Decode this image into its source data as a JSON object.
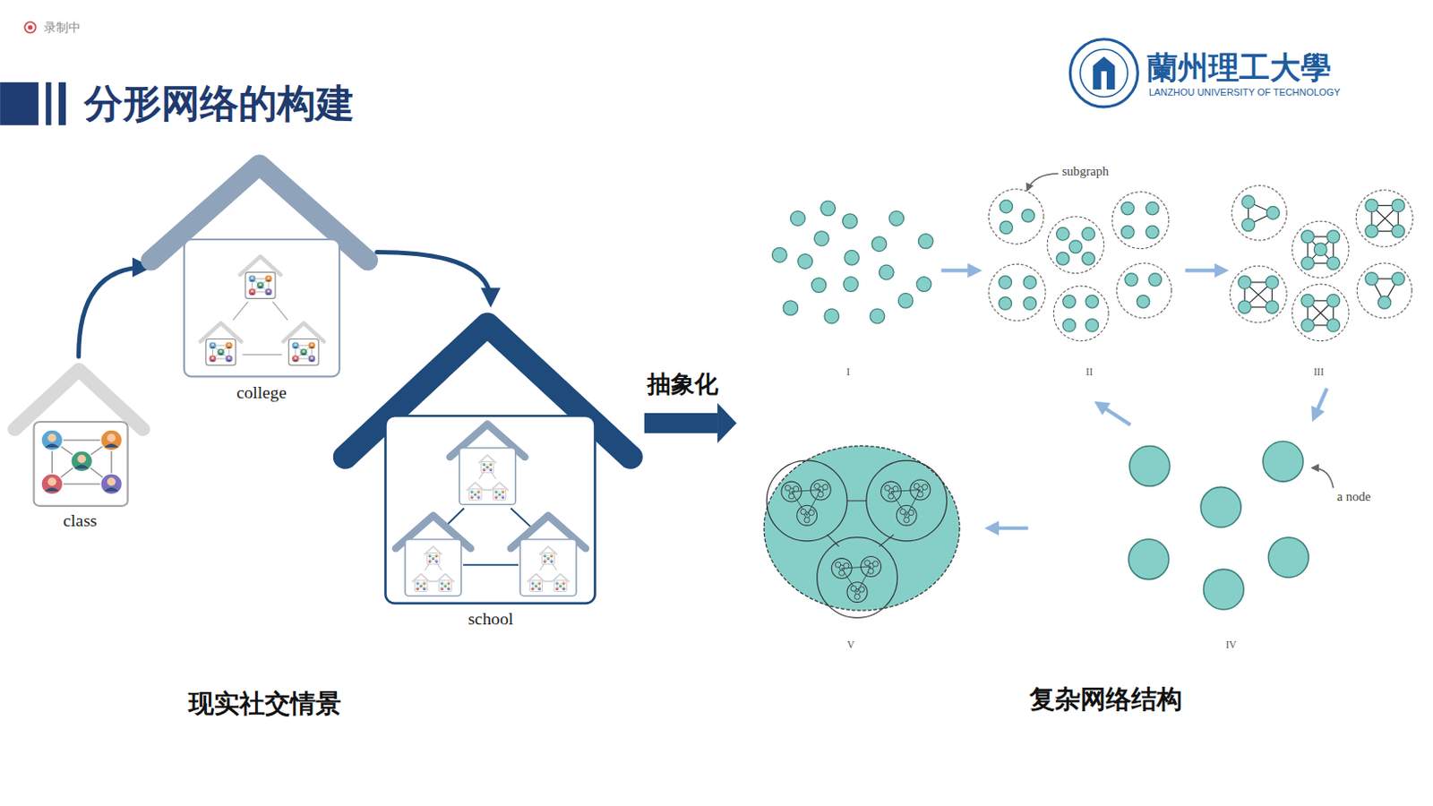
{
  "diagram": {
    "title": "分形网络的构建",
    "nodes": [
      {
        "text": [
          "class"
        ]
      },
      {
        "text": [
          "college"
        ]
      },
      {
        "text": [
          "school"
        ]
      }
    ],
    "edges": [
      {
        "from": 0,
        "to": 1,
        "arrow": "to"
      },
      {
        "from": 1,
        "to": 2,
        "arrow": "to"
      }
    ],
    "labels": [
      "录制中",
      "蘭州理工大學",
      "LANZHOU UNIVERSITY OF TECHNOLOGY",
      "抽象化",
      "subgraph",
      "I",
      "II",
      "III",
      "a node",
      "IV",
      "V",
      "现实社交情景",
      "复杂网络结构"
    ]
  }
}
